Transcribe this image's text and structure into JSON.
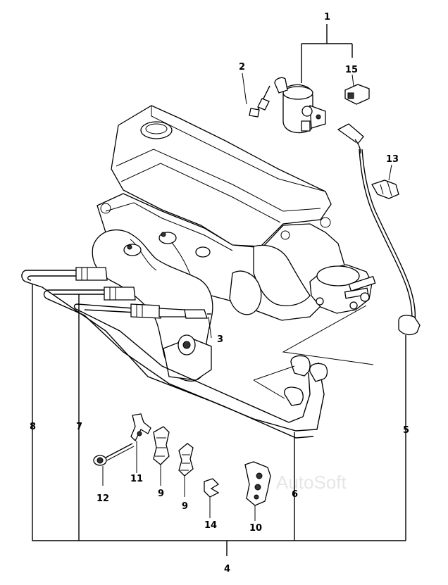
{
  "watermark": "AutoSoft",
  "callouts": {
    "c1": "1",
    "c2": "2",
    "c3": "3",
    "c4": "4",
    "c5": "5",
    "c6": "6",
    "c7": "7",
    "c8": "8",
    "c9a": "9",
    "c9b": "9",
    "c10": "10",
    "c11": "11",
    "c12": "12",
    "c13": "13",
    "c14": "14",
    "c15": "15"
  }
}
